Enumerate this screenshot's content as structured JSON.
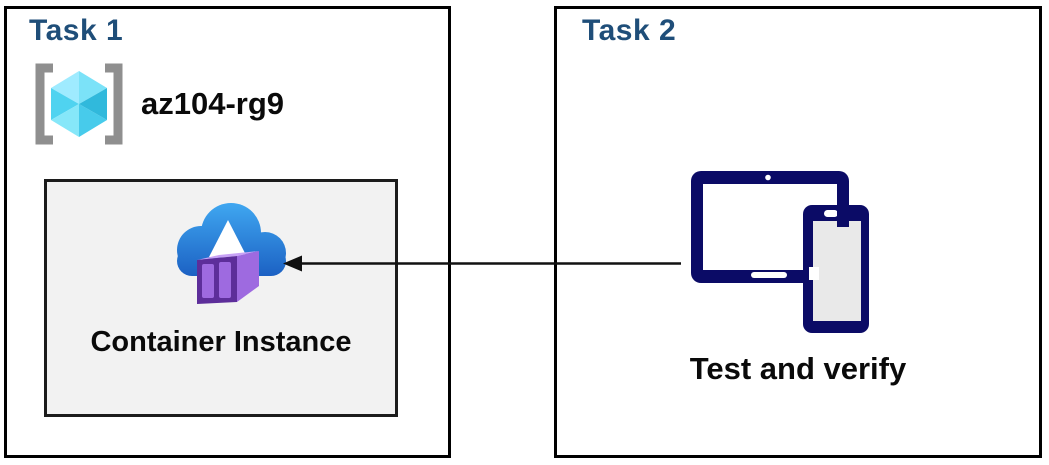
{
  "colors": {
    "title_blue": "#1F4E79",
    "box_border": "#000000",
    "panel_bg": "#F2F2F2",
    "panel_border": "#1C1C1C",
    "device_navy": "#0B0B66",
    "cloud_blue_top": "#3FA6F0",
    "cloud_blue_bottom": "#1B5FC2",
    "container_front_purple": "#5D2E9A",
    "container_side_purple": "#9E6AE0",
    "container_top_purple": "#C8A2F6",
    "bracket_gray": "#8F8F8F",
    "arrow_black": "#111111"
  },
  "task1": {
    "title": "Task 1",
    "resource_group": {
      "name": "az104-rg9",
      "icon": "resource-group-icon"
    },
    "container": {
      "label": "Container Instance",
      "icon": "container-instances-icon"
    }
  },
  "task2": {
    "title": "Task 2",
    "caption": "Test and verify",
    "icon": "tablet-and-phone-icon"
  },
  "arrow": {
    "from": "task2-devices",
    "to": "container-instance",
    "direction": "left"
  }
}
